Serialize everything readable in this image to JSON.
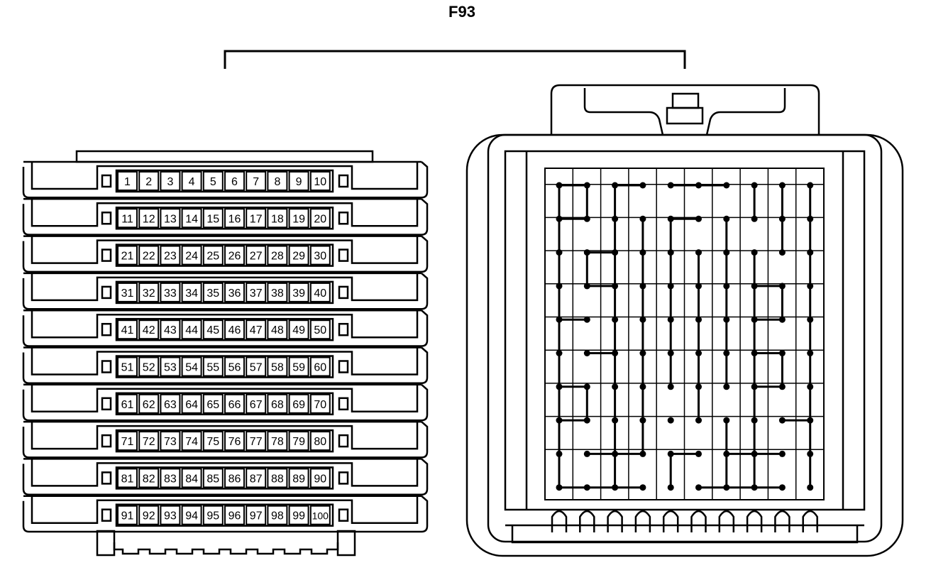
{
  "connector_label": "F93",
  "pin_rows": [
    [
      "1",
      "2",
      "3",
      "4",
      "5",
      "6",
      "7",
      "8",
      "9",
      "10"
    ],
    [
      "11",
      "12",
      "13",
      "14",
      "15",
      "16",
      "17",
      "18",
      "19",
      "20"
    ],
    [
      "21",
      "22",
      "23",
      "24",
      "25",
      "26",
      "27",
      "28",
      "29",
      "30"
    ],
    [
      "31",
      "32",
      "33",
      "34",
      "35",
      "36",
      "37",
      "38",
      "39",
      "40"
    ],
    [
      "41",
      "42",
      "43",
      "44",
      "45",
      "46",
      "47",
      "48",
      "49",
      "50"
    ],
    [
      "51",
      "52",
      "53",
      "54",
      "55",
      "56",
      "57",
      "58",
      "59",
      "60"
    ],
    [
      "61",
      "62",
      "63",
      "64",
      "65",
      "66",
      "67",
      "68",
      "69",
      "70"
    ],
    [
      "71",
      "72",
      "73",
      "74",
      "75",
      "76",
      "77",
      "78",
      "79",
      "80"
    ],
    [
      "81",
      "82",
      "83",
      "84",
      "85",
      "86",
      "87",
      "88",
      "89",
      "90"
    ],
    [
      "91",
      "92",
      "93",
      "94",
      "95",
      "96",
      "97",
      "98",
      "99",
      "100"
    ]
  ]
}
